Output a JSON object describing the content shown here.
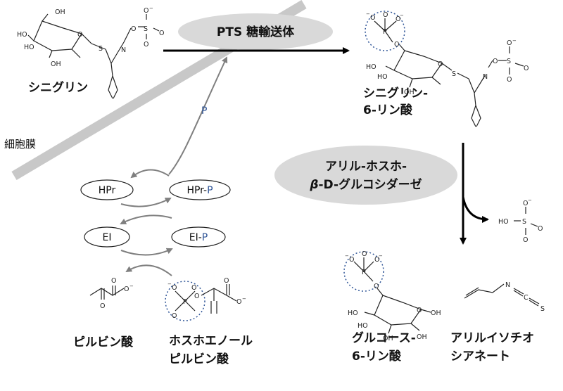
{
  "labels": {
    "sinigrin": "シニグリン",
    "sinigrin6p_line1": "シニグリン-",
    "sinigrin6p_line2": "6-リン酸",
    "membrane": "細胞膜",
    "pts": "PTS 糖輸送体",
    "enzyme_line1": "アリル-ホスホ-",
    "enzyme_line2_italic": "β",
    "enzyme_line2_rest": "-D-グルコシダーゼ",
    "phosphate": "P",
    "hpr": "HPr",
    "hpr_p_prefix": "HPr-",
    "hpr_p_suffix": "P",
    "ei": "EI",
    "ei_p_prefix": "EI-",
    "ei_p_suffix": "P",
    "pyruvate": "ピルビン酸",
    "pep_line1": "ホスホエノール",
    "pep_line2": "ピルビン酸",
    "g6p_line1": "グルコース-",
    "g6p_line2": "6-リン酸",
    "aitc_line1": "アリルイソチオ",
    "aitc_line2": "シアネート"
  },
  "atoms": {
    "OH": "OH",
    "HO": "HO",
    "O": "O",
    "S": "S",
    "N": "N",
    "C": "C",
    "P": "P",
    "minus": "−"
  },
  "colors": {
    "ellipse_fill": "#d9d9d9",
    "membrane": "#c8c8c8",
    "phosphate_text": "#2f5597",
    "dotted_circle": "#2f5597",
    "gray_arrow": "#7f7f7f",
    "black": "#000000"
  }
}
